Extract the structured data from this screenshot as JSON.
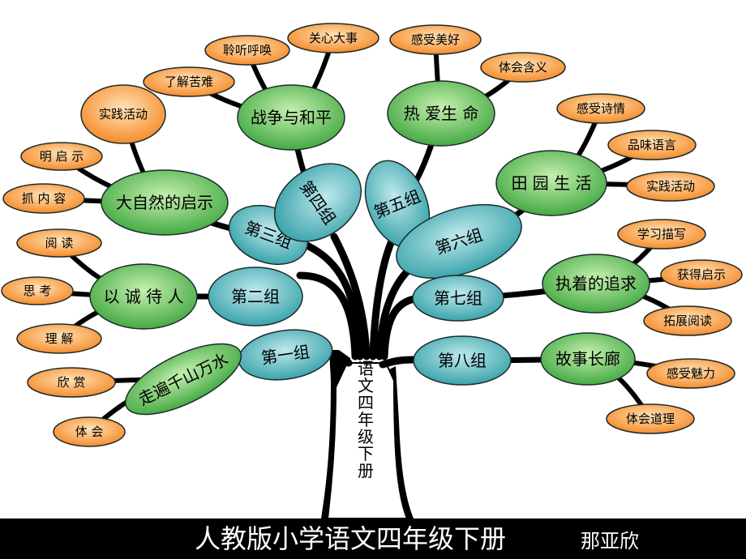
{
  "trunk_label": "语文四年级下册",
  "footer": {
    "title": "人教版小学语文四年级下册",
    "author": "那亚欣"
  },
  "colors": {
    "group_fill": "#2f9ea6",
    "group_highlight": "#bfe9ec",
    "theme_fill": "#39a43a",
    "theme_highlight": "#c6f0b0",
    "leaf_fill": "#f5841f",
    "leaf_highlight": "#ffe3b8",
    "branch": "#000000",
    "trunk": "#ffffff"
  },
  "groups": [
    {
      "label": "第一组",
      "theme": "走遍千山万水",
      "leaves": [
        "欣 赏",
        "体 会"
      ]
    },
    {
      "label": "第二组",
      "theme": "以 诚 待 人",
      "leaves": [
        "阅 读",
        "思 考",
        "理 解"
      ]
    },
    {
      "label": "第三组",
      "theme": "大自然的启示",
      "leaves": [
        "实践活动",
        "明 启 示",
        "抓 内 容"
      ]
    },
    {
      "label": "第四组",
      "theme": "战争与和平",
      "leaves": [
        "了解苦难",
        "聆听呼唤",
        "关心大事"
      ]
    },
    {
      "label": "第五组",
      "theme": "热 爱生 命",
      "leaves": [
        "感受美好",
        "体会含义"
      ]
    },
    {
      "label": "第六组",
      "theme": "田 园 生 活",
      "leaves": [
        "感受诗情",
        "品味语言",
        "实践活动"
      ]
    },
    {
      "label": "第七组",
      "theme": "执着的追求",
      "leaves": [
        "学习描写",
        "获得启示",
        "拓展阅读"
      ]
    },
    {
      "label": "第八组",
      "theme": "故事长廊",
      "leaves": [
        "感受魅力",
        "体会道理"
      ]
    }
  ]
}
